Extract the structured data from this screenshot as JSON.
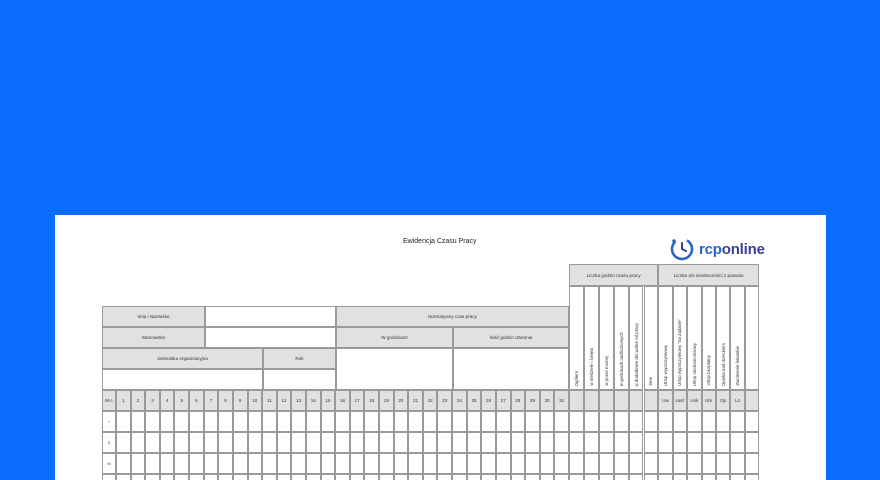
{
  "document": {
    "title": "Ewidencja Czasu Pracy",
    "logo": {
      "prefix": "rcp",
      "suffix": "online",
      "icon": "clock-icon"
    },
    "fields": {
      "name_label": "Imię i Nazwisko",
      "position_label": "Stanowisko",
      "unit_label": "Jednostka organizacyjna",
      "year_label": "Rok",
      "norm_label": "Normatywny czas pracy",
      "hours_label": "W godzinach",
      "days_label": "Ilość godzin dziennie"
    },
    "group_headers": {
      "hours": "Liczba godzin czasu pracy",
      "absence": "Liczba dni nieobecności z powodu"
    },
    "hours_columns": [
      "Ogółem",
      "w niedziele i święta",
      "w porze nocnej",
      "w godzinach nadliczbowych",
      "w dodatkowe dni wolne od pracy",
      "Inne"
    ],
    "absence_columns": [
      {
        "label": "Urlop wypoczynkowy",
        "code": "Uw"
      },
      {
        "label": "Urlop wypoczynkowy \"na żądanie\"",
        "code": "Uwż"
      },
      {
        "label": "Urlop okolicznościowy",
        "code": "Uok"
      },
      {
        "label": "Urlop bezpłatny",
        "code": "Ubr"
      },
      {
        "label": "Opieka nad dzieckiem",
        "code": "Op"
      },
      {
        "label": "Zwolnienie lekarskie",
        "code": "L4"
      },
      {
        "label": "",
        "code": ""
      }
    ],
    "month_header": "M-c",
    "days": [
      "1",
      "2",
      "3",
      "4",
      "5",
      "6",
      "7",
      "8",
      "9",
      "10",
      "11",
      "12",
      "13",
      "14",
      "15",
      "16",
      "17",
      "18",
      "19",
      "20",
      "21",
      "22",
      "23",
      "24",
      "25",
      "26",
      "27",
      "28",
      "29",
      "30",
      "31"
    ],
    "months": [
      "I",
      "II",
      "III",
      ""
    ]
  }
}
